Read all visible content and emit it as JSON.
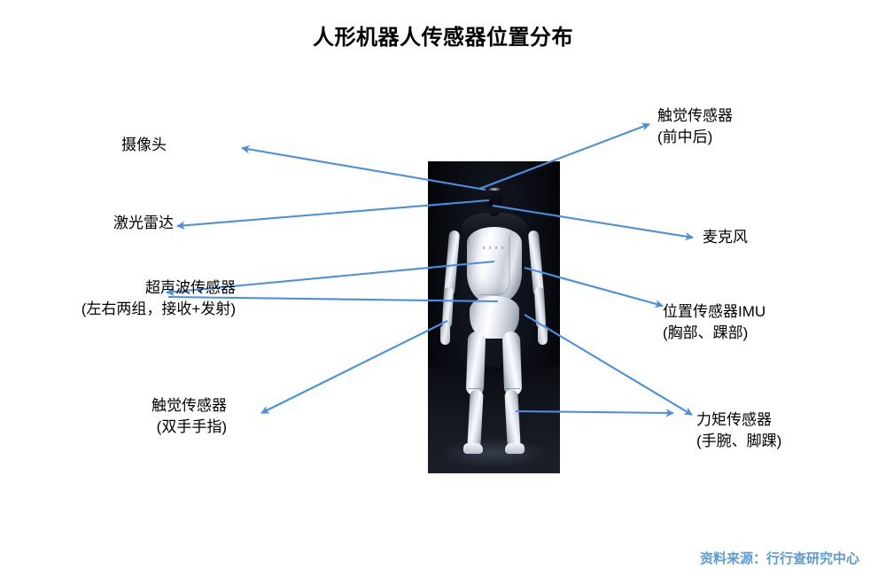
{
  "title": "人形机器人传感器位置分布",
  "colors": {
    "leader_line": "#4a90e2",
    "arrow_head": "#4a90e2",
    "label_text": "#000000",
    "title_text": "#000000",
    "source_text": "#5b9bd5",
    "photo_background": "#05060a",
    "robot_body": "#eef2f6"
  },
  "figure": {
    "alt": "humanoid-robot-photo"
  },
  "labels": [
    {
      "id": "camera",
      "line1": "摄像头",
      "line2": "",
      "side": "left"
    },
    {
      "id": "lidar",
      "line1": "激光雷达",
      "line2": "",
      "side": "left"
    },
    {
      "id": "ultrasonic",
      "line1": "超声波传感器",
      "line2": "(左右两组，接收+发射)",
      "side": "left"
    },
    {
      "id": "tactile-hands",
      "line1": "触觉传感器",
      "line2": "(双手手指)",
      "side": "left"
    },
    {
      "id": "tactile-body",
      "line1": "触觉传感器",
      "line2": "(前中后)",
      "side": "right"
    },
    {
      "id": "microphone",
      "line1": "麦克风",
      "line2": "",
      "side": "right"
    },
    {
      "id": "imu",
      "line1": "位置传感器IMU",
      "line2": "(胸部、踝部)",
      "side": "right"
    },
    {
      "id": "torque",
      "line1": "力矩传感器",
      "line2": "(手腕、脚踝)",
      "side": "right"
    }
  ],
  "source": {
    "text": "资料来源：行行查研究中心"
  }
}
